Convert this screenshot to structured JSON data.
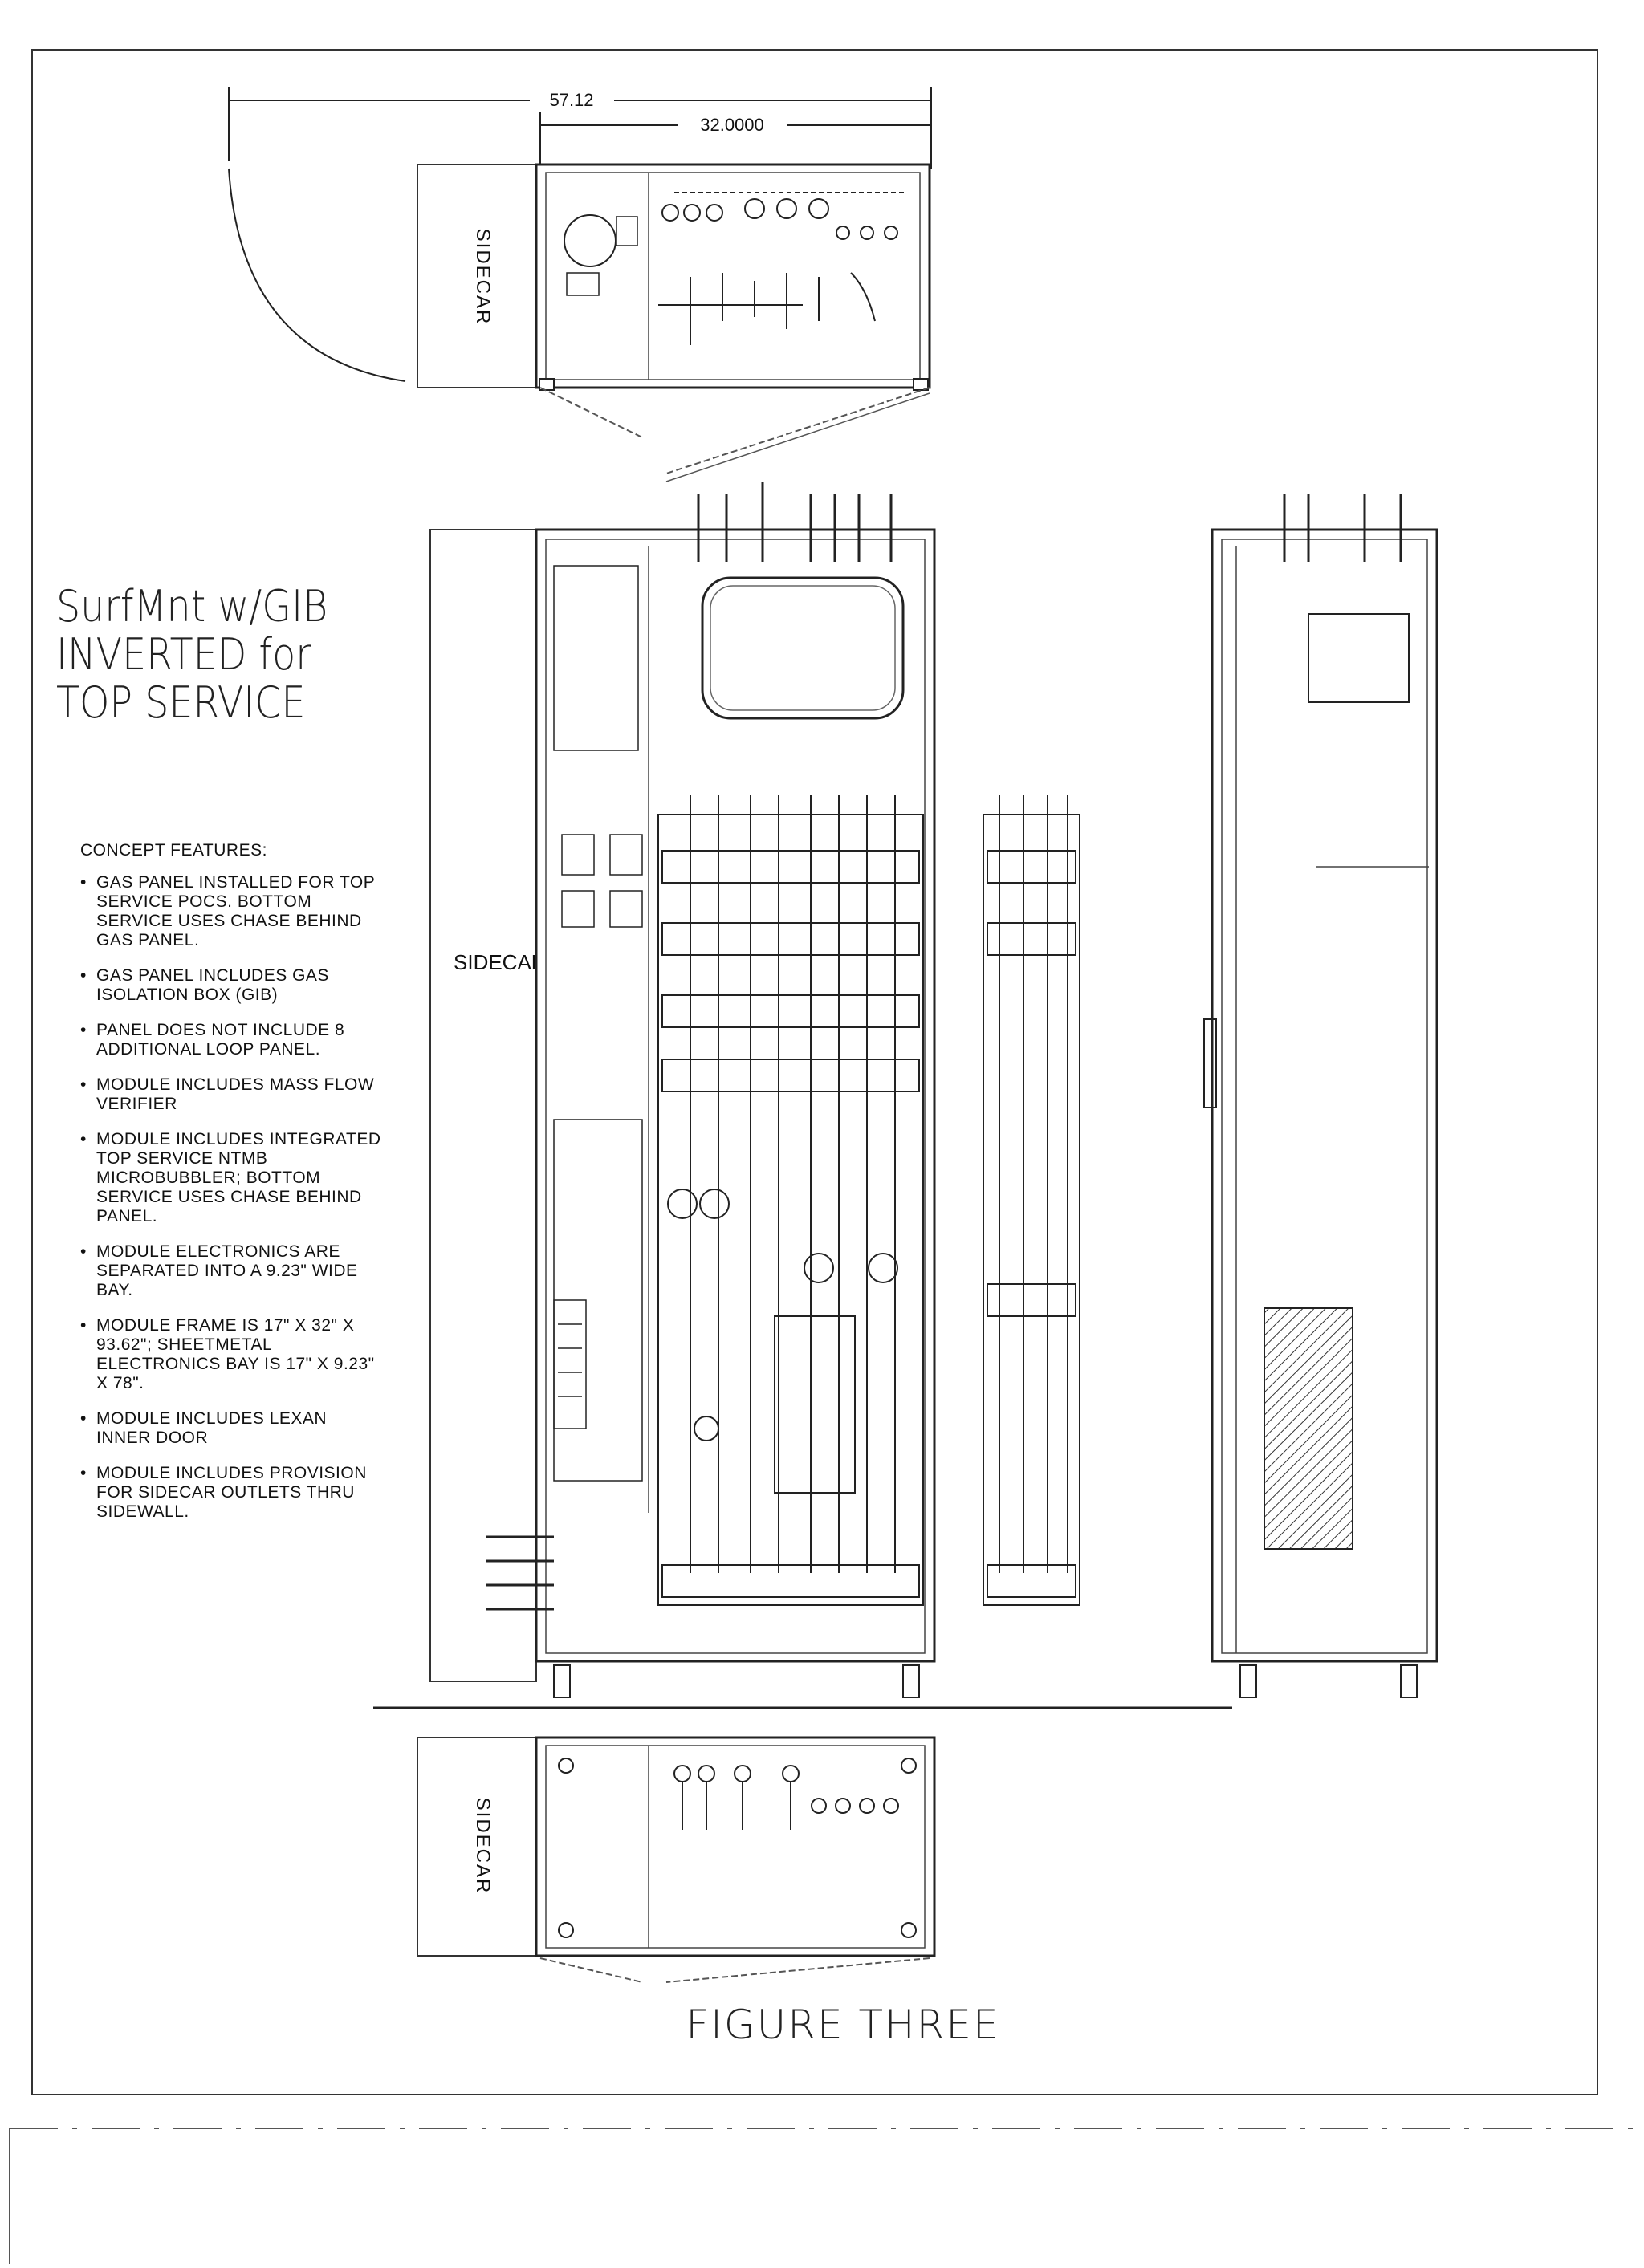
{
  "dimensions": {
    "overall_width": "57.12",
    "module_width": "32.0000"
  },
  "labels": {
    "sidecar_top": "SIDECAR",
    "sidecar_front": "SIDECAR",
    "sidecar_bottom": "SIDECAR"
  },
  "title": {
    "line1": "SurfMnt w/GIB",
    "line2": "INVERTED for",
    "line3": "TOP SERVICE"
  },
  "features": {
    "heading": "CONCEPT FEATURES:",
    "items": [
      "GAS PANEL INSTALLED FOR TOP SERVICE POCs. BOTTOM SERVICE USES CHASE BEHIND GAS PANEL.",
      "GAS PANEL INCLUDES GAS ISOLATION BOX (GIB)",
      "PANEL DOES NOT INCLUDE 8 ADDITIONAL LOOP PANEL.",
      "MODULE INCLUDES MASS FLOW VERIFIER",
      "MODULE INCLUDES INTEGRATED TOP SERVICE NTMB MICROBUBBLER; BOTTOM SERVICE USES CHASE BEHIND PANEL.",
      "MODULE ELECTRONICS ARE SEPARATED INTO A 9.23\" WIDE BAY.",
      "MODULE FRAME IS 17\" x 32\" x 93.62\"; SHEETMETAL ELECTRONICS BAY IS 17\" x 9.23\" x 78\".",
      "MODULE INCLUDES LEXAN INNER DOOR",
      "MODULE INCLUDES PROVISION FOR SIDECAR OUTLETS THRU SIDEWALL."
    ]
  },
  "caption": "FIGURE THREE"
}
